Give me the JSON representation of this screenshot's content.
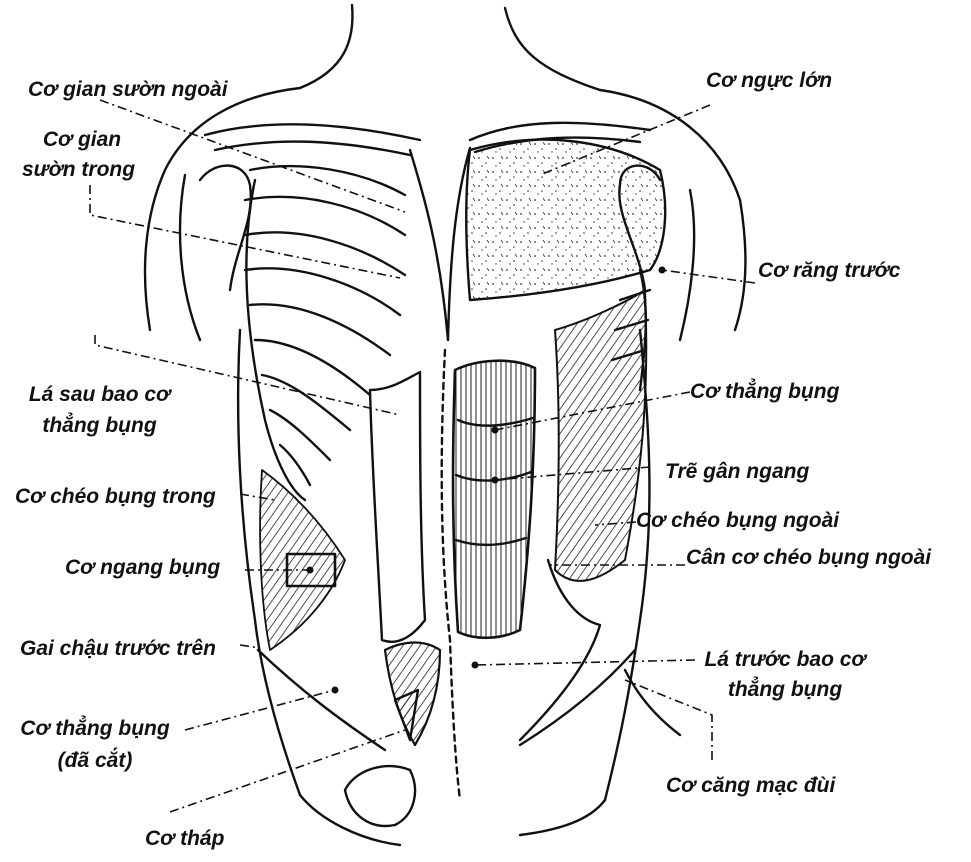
{
  "colors": {
    "ink": "#111111",
    "paper": "#ffffff",
    "shade": "#3a3a3a"
  },
  "labels": {
    "co_gian_suon_ngoai": "Cơ gian sườn ngoài",
    "co_gian_suon_trong_1": "Cơ gian",
    "co_gian_suon_trong_2": "sườn trong",
    "co_nguc_lon": "Cơ ngực lớn",
    "co_rang_truoc": "Cơ răng trước",
    "la_sau_bao_1": "Lá sau bao cơ",
    "la_sau_bao_2": "thẳng bụng",
    "co_thang_bung": "Cơ thẳng bụng",
    "tre_gan_ngang": "Trẽ gân ngang",
    "co_cheo_bung_trong": "Cơ chéo bụng trong",
    "co_cheo_bung_ngoai": "Cơ chéo bụng ngoài",
    "co_ngang_bung": "Cơ ngang bụng",
    "can_co_cheo_bung_ngoai": "Cân cơ chéo bụng ngoài",
    "gai_chau_truoc_tren": "Gai chậu trước trên",
    "la_truoc_bao_1": "Lá trước bao cơ",
    "la_truoc_bao_2": "thẳng bụng",
    "co_thang_bung_cat_1": "Cơ thẳng bụng",
    "co_thang_bung_cat_2": "(đã cắt)",
    "co_cang_mac_dui": "Cơ căng mạc đùi",
    "co_thap": "Cơ tháp"
  }
}
